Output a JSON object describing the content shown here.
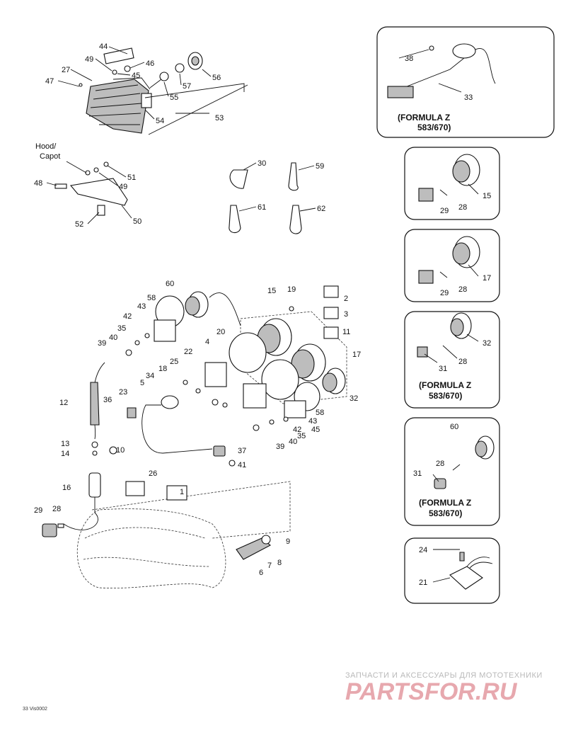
{
  "labels": {
    "hood": "Hood/",
    "capot": "Capot",
    "n1": "1",
    "n2": "2",
    "n3": "3",
    "n4": "4",
    "n5": "5",
    "n6": "6",
    "n7": "7",
    "n8": "8",
    "n9": "9",
    "n10": "10",
    "n11": "11",
    "n12": "12",
    "n13": "13",
    "n14": "14",
    "n15": "15",
    "n16": "16",
    "n17": "17",
    "n18": "18",
    "n19": "19",
    "n20": "20",
    "n21": "21",
    "n22": "22",
    "n23": "23",
    "n24": "24",
    "n25": "25",
    "n26": "26",
    "n27": "27",
    "n28": "28",
    "n29": "29",
    "n30": "30",
    "n31": "31",
    "n32": "32",
    "n33": "33",
    "n34": "34",
    "n35": "35",
    "n36": "36",
    "n37": "37",
    "n38": "38",
    "n39": "39",
    "n40": "40",
    "n41": "41",
    "n42": "42",
    "n43": "43",
    "n44": "44",
    "n45": "45",
    "n46": "46",
    "n47": "47",
    "n48": "48",
    "n49": "49",
    "n50": "50",
    "n51": "51",
    "n52": "52",
    "n53": "53",
    "n54": "54",
    "n55": "55",
    "n56": "56",
    "n57": "57",
    "n58": "58",
    "n59": "59",
    "n60": "60",
    "n61": "61",
    "n62": "62"
  },
  "insets": {
    "formula_z_1": "(FORMULA Z",
    "formula_z_2": "583/670)"
  },
  "footer": {
    "code": "33 Vis0002"
  },
  "watermark": {
    "line1": "ЗАПЧАСТИ И АКСЕССУАРЫ ДЛЯ МОТОТЕХНИКИ",
    "line2": "PARTSFOR.RU",
    "color": "#e7a8ae"
  }
}
